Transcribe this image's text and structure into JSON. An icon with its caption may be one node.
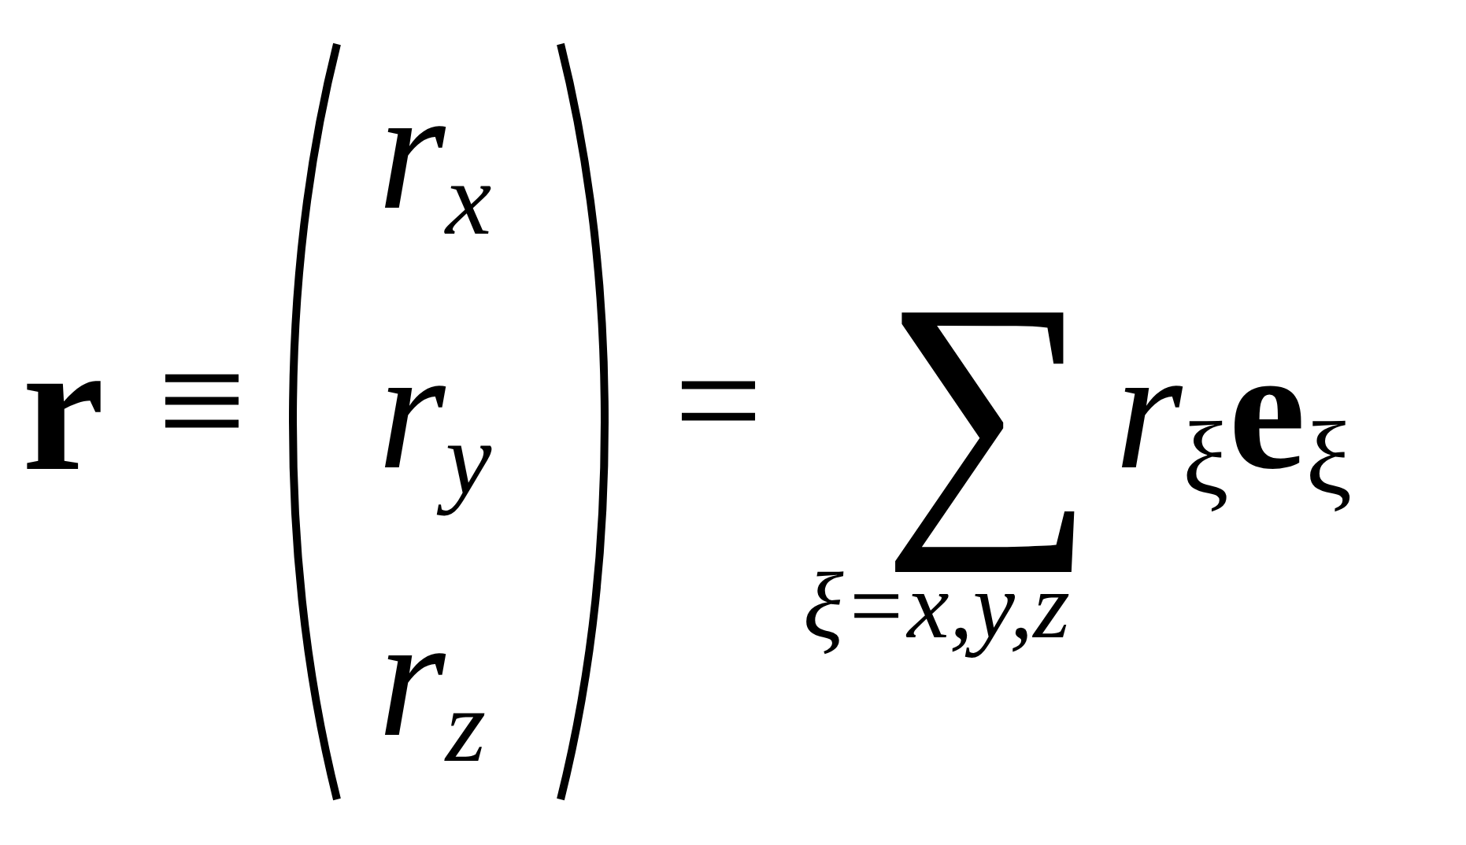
{
  "diagram": {
    "labels": [
      "r",
      "≡",
      "r$_{x}$",
      "r$_{y}$",
      "r$_{z}$",
      "=",
      "∑",
      "*r*$_{ξ}$**e**$_{ξ}$",
      "ξ=x,y,z"
    ]
  }
}
